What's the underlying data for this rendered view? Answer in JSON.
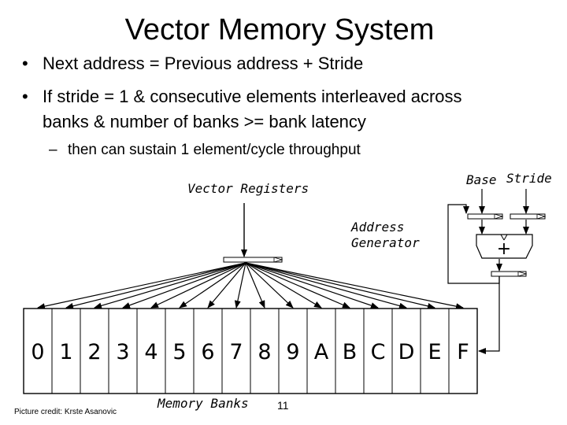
{
  "slide": {
    "title": "Vector Memory System",
    "bullets": [
      "Next address = Previous address + Stride",
      "If stride = 1 & consecutive elements interleaved across",
      "banks & number of banks >= bank latency"
    ],
    "bullet_symbol": "•",
    "sub_bullet_symbol": "–",
    "sub_bullet": "then can sustain 1 element/cycle throughput"
  },
  "diagram": {
    "vector_registers_label": "Vector Registers",
    "base_label": "Base",
    "stride_label": "Stride",
    "address_generator_label": "Address Generator",
    "address_generator_line1": "Address",
    "address_generator_line2": "Generator",
    "adder_symbol": "+",
    "banks": [
      "0",
      "1",
      "2",
      "3",
      "4",
      "5",
      "6",
      "7",
      "8",
      "9",
      "A",
      "B",
      "C",
      "D",
      "E",
      "F"
    ],
    "memory_banks_label": "Memory Banks"
  },
  "footer": {
    "credit": "Picture credit: Krste Asanovic",
    "page_number": "11"
  }
}
